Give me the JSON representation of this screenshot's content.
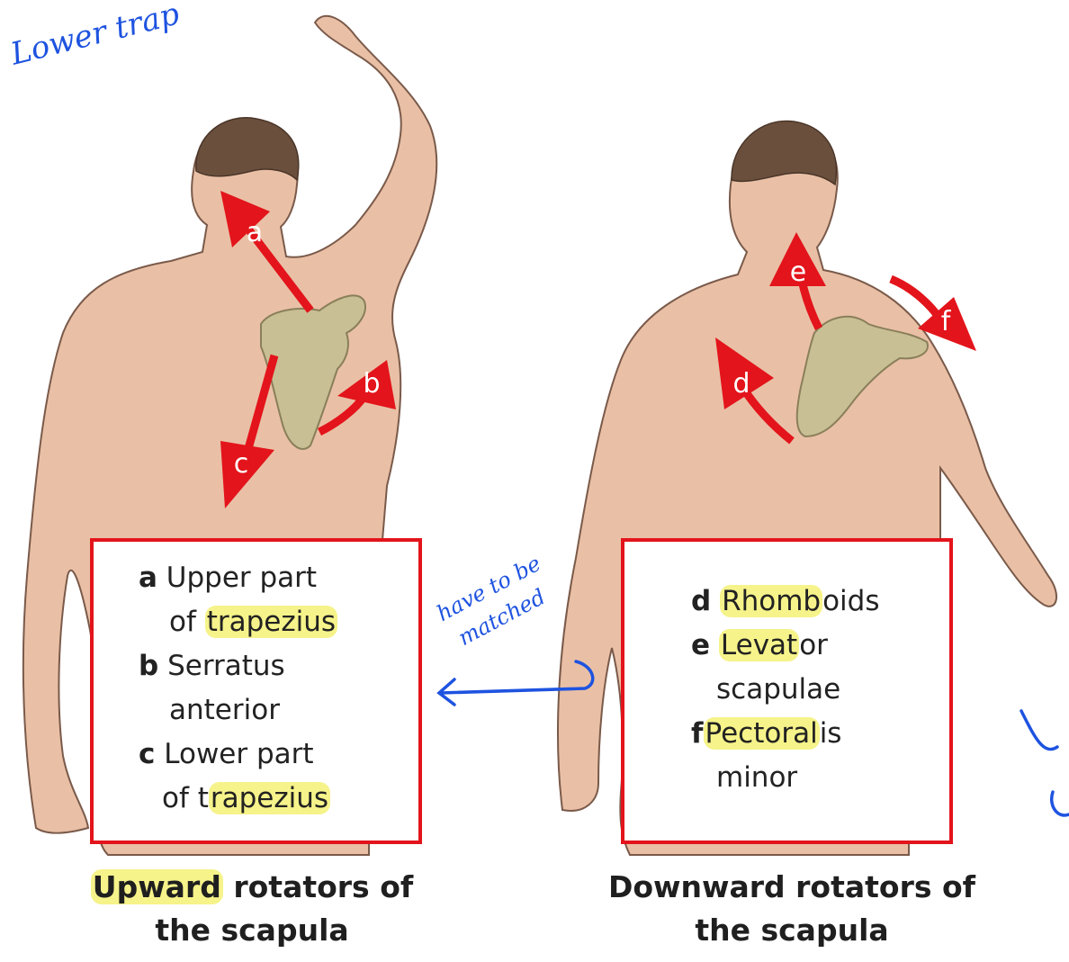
{
  "arrow_color": "#e3141b",
  "skin_color": "#e9c0a6",
  "highlight_color": "#f6f38a",
  "ink_color": "#1e53e0",
  "left_panel": {
    "arrow_labels": [
      "a",
      "b",
      "c"
    ],
    "legend": [
      {
        "letter": "a",
        "pre": "",
        "hl": "",
        "post": "Upper part"
      },
      {
        "letter": "",
        "pre": "of ",
        "hl": "trapezius",
        "post": ""
      },
      {
        "letter": "b",
        "pre": "",
        "hl": "",
        "post": "Serratus"
      },
      {
        "letter": "",
        "pre": "",
        "hl": "",
        "post": "anterior"
      },
      {
        "letter": "c",
        "pre": "",
        "hl": "",
        "post": "Lower part"
      },
      {
        "letter": "",
        "pre": "of t",
        "hl": "rapezius",
        "post": ""
      }
    ],
    "caption_highlight": "Upward",
    "caption_rest": " rotators of",
    "caption_line2": "the scapula"
  },
  "right_panel": {
    "arrow_labels": [
      "d",
      "e",
      "f"
    ],
    "legend": [
      {
        "letter": "d",
        "pre": "",
        "hl": "Rhomb",
        "post": "oids"
      },
      {
        "letter": "e",
        "pre": "",
        "hl": "Levat",
        "post": "or"
      },
      {
        "letter": "",
        "pre": "",
        "hl": "",
        "post": "scapulae"
      },
      {
        "letter": "f",
        "pre": "",
        "hl": "Pectoral",
        "post": "is"
      },
      {
        "letter": "",
        "pre": "",
        "hl": "",
        "post": "minor"
      }
    ],
    "caption_line1": "Downward rotators of",
    "caption_line2": "the scapula"
  },
  "annotations": {
    "top_left": "Lower trap",
    "middle_line1": "have to be",
    "middle_line2": "matched"
  }
}
